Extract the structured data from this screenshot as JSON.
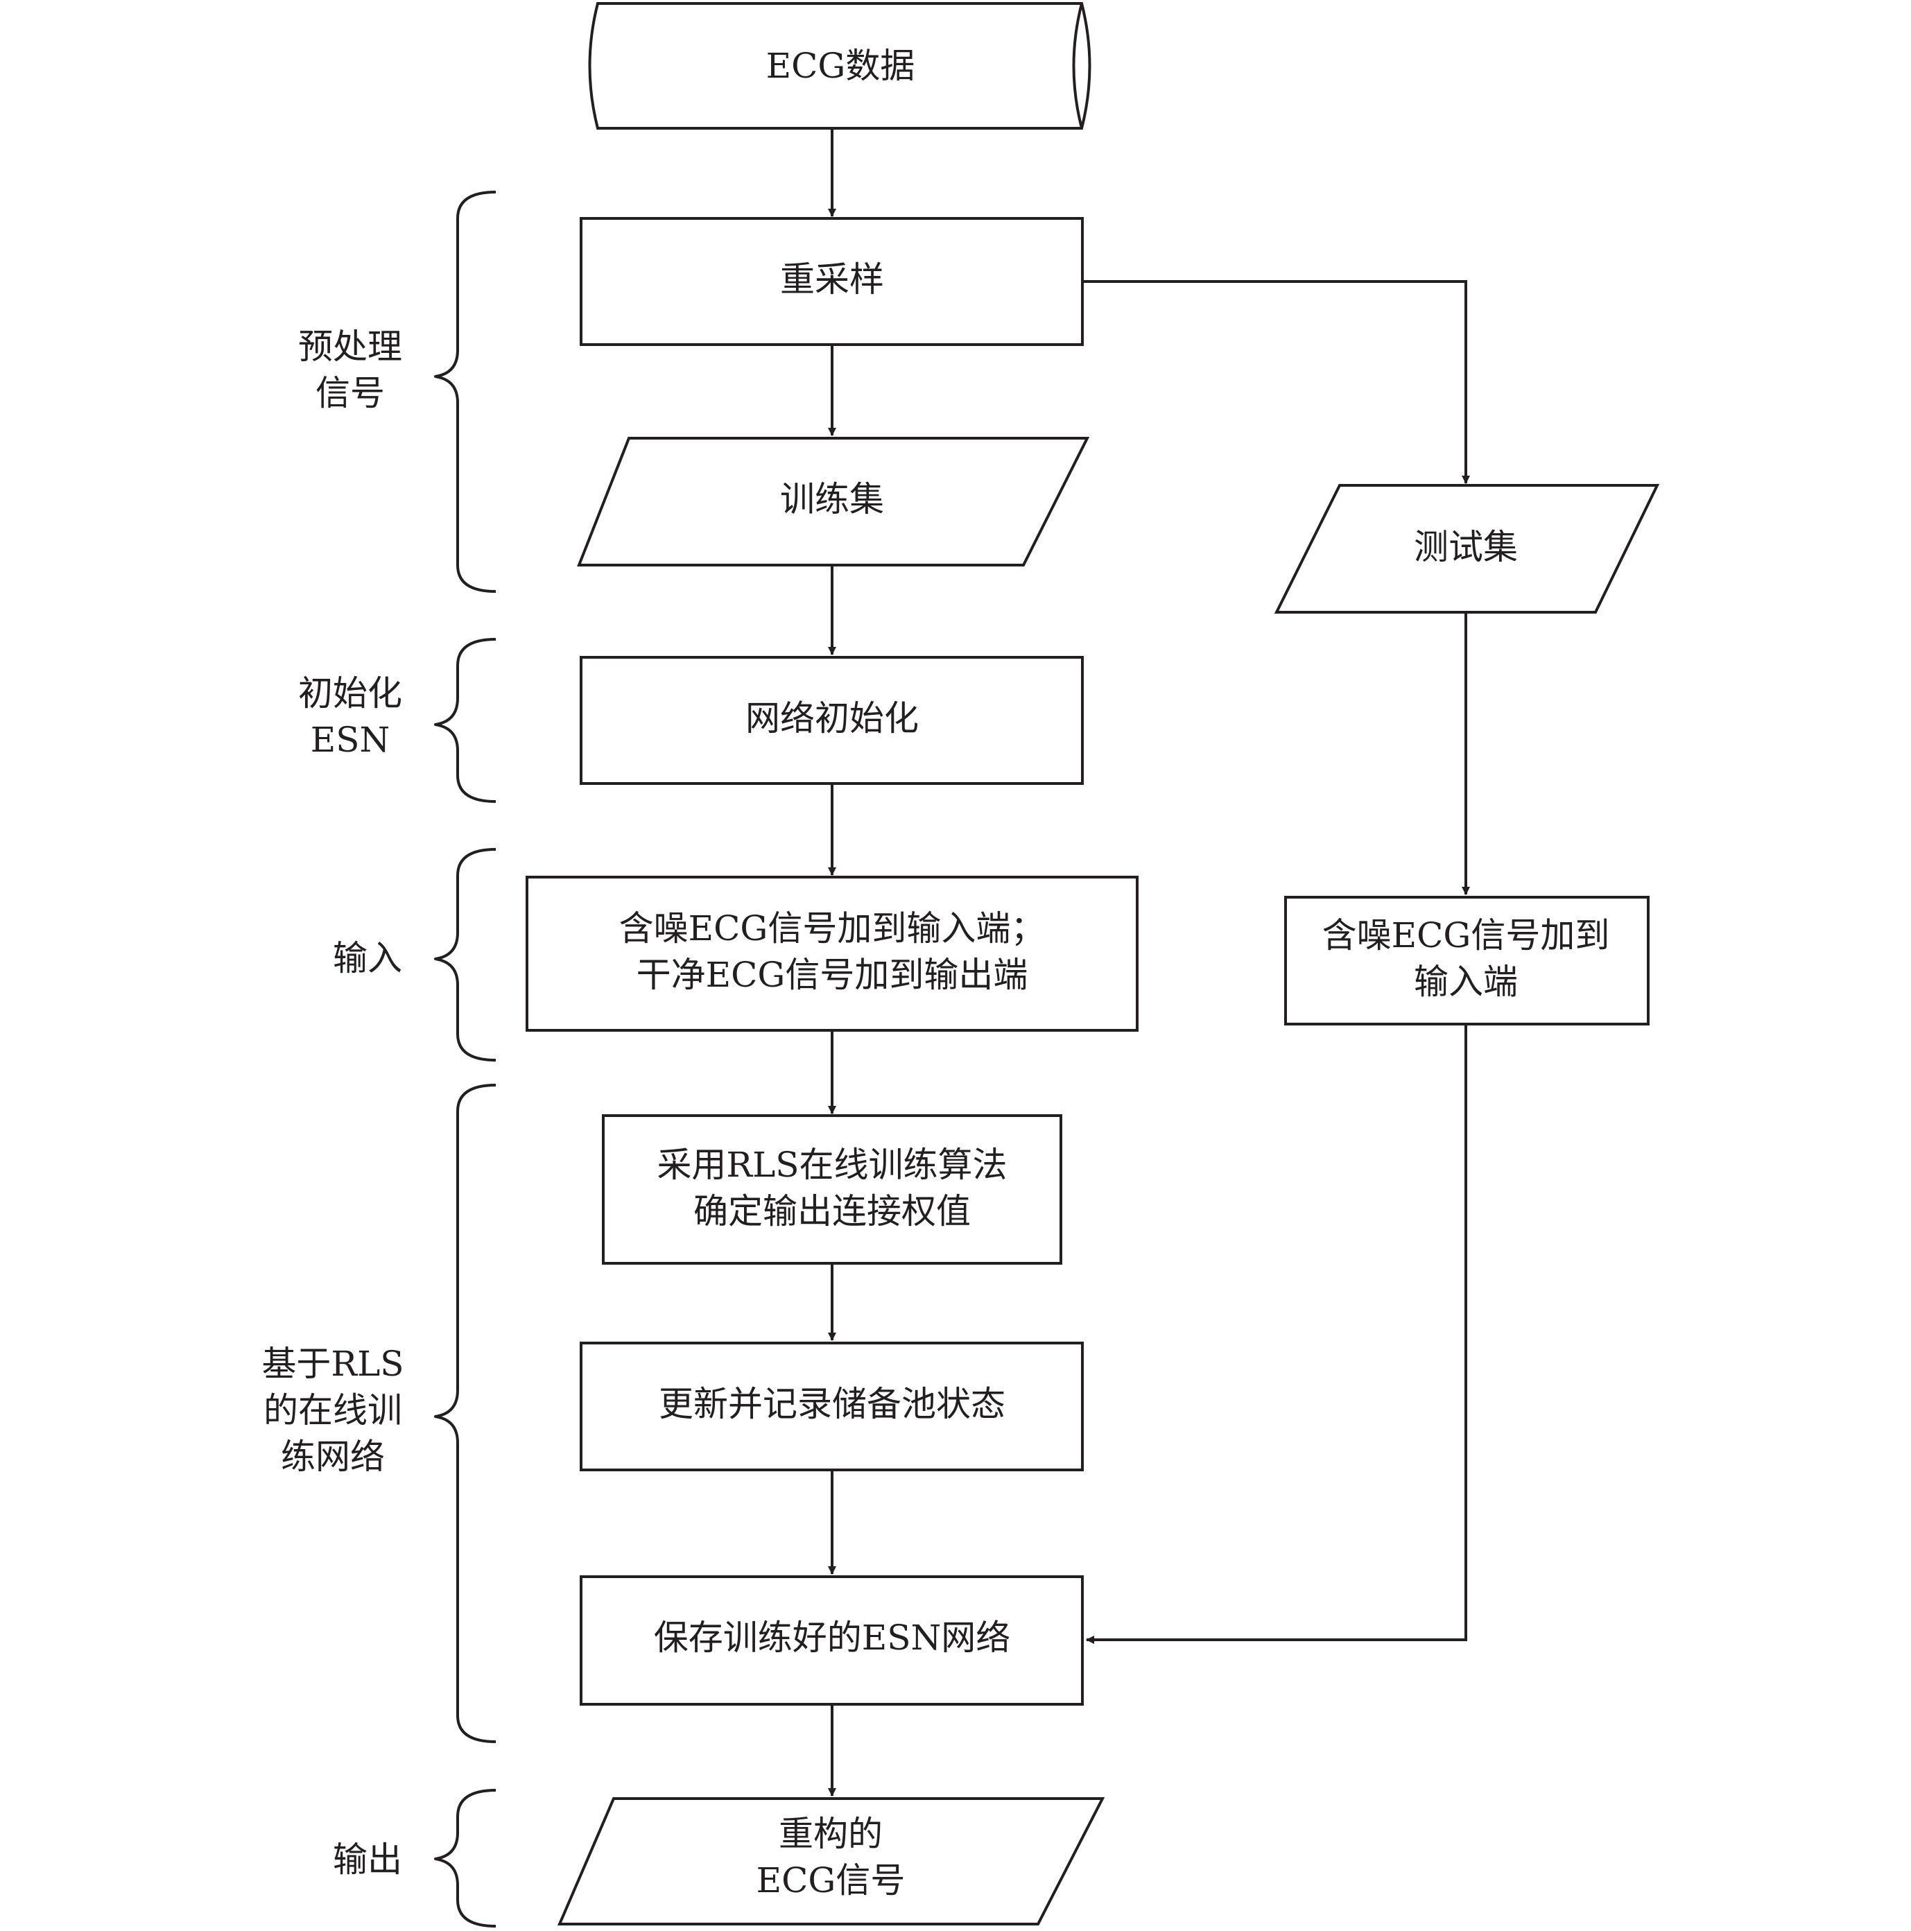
{
  "nodes": {
    "ecg_data": "ECG数据",
    "resample": "重采样",
    "training_set": "训练集",
    "test_set": "测试集",
    "network_init": "网络初始化",
    "train_input": [
      "含噪ECG信号加到输入端；",
      "干净ECG信号加到输出端"
    ],
    "test_input": [
      "含噪ECG信号加到",
      "输入端"
    ],
    "rls_train": [
      "采用RLS在线训练算法",
      "确定输出连接权值"
    ],
    "update_reservoir": "更新并记录储备池状态",
    "save_esn": "保存训练好的ESN网络",
    "output_signal": [
      "重构的",
      "ECG信号"
    ]
  },
  "stages": {
    "preprocess": [
      "预处理",
      "信号"
    ],
    "init": [
      "初始化",
      "ESN"
    ],
    "input": "输入",
    "rls_online": [
      "基于RLS",
      "的在线训",
      "练网络"
    ],
    "output": "输出"
  }
}
